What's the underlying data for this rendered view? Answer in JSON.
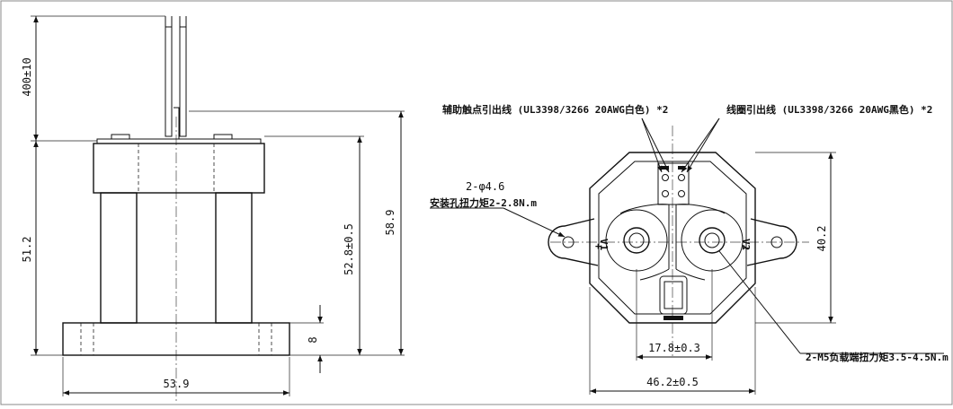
{
  "side_view": {
    "lead_length": "400±10",
    "body_height": "51.2",
    "mount_height": "52.8±0.5",
    "overall_height": "58.9",
    "flange_thickness": "8",
    "base_width": "53.9"
  },
  "top_view": {
    "aux_wire_note": "辅助触点引出线 (UL3398/3266 20AWG白色) *2",
    "coil_wire_note": "线圈引出线 (UL3398/3266 20AWG黑色) *2",
    "hole_spec": "2-φ4.6",
    "hole_torque": "安装孔扭力矩2-2.8N.m",
    "terminal_torque": "2-M5负载端扭力矩3.5-4.5N.m",
    "height": "40.2",
    "terminal_spacing": "17.8±0.3",
    "width": "46.2±0.5",
    "polarity_left": "+",
    "polarity_right": "−",
    "mark_left": "V1",
    "mark_right": "V2"
  }
}
